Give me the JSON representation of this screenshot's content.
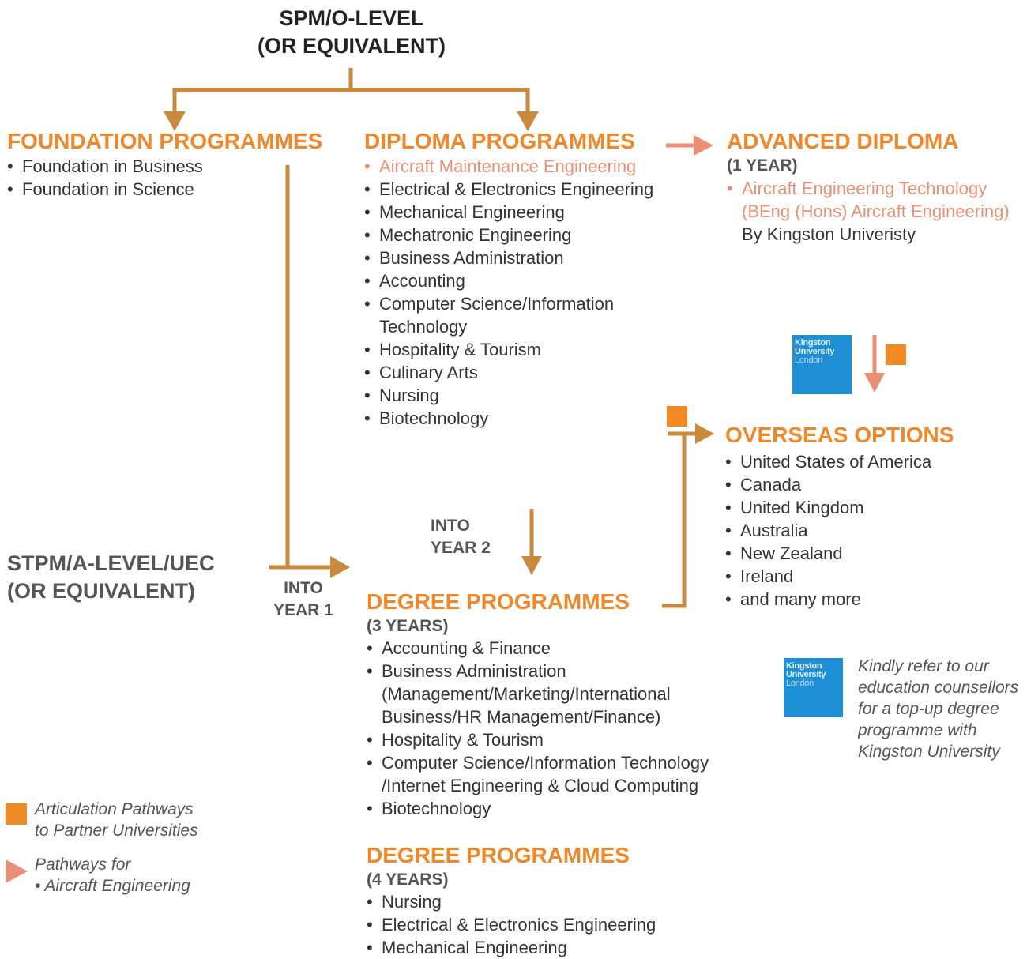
{
  "top": {
    "line1": "SPM/O-LEVEL",
    "line2": "(OR EQUIVALENT)"
  },
  "foundation": {
    "title": "FOUNDATION PROGRAMMES",
    "items": [
      "Foundation in Business",
      "Foundation in Science"
    ]
  },
  "diploma": {
    "title": "DIPLOMA PROGRAMMES",
    "highlight": "Aircraft Maintenance Engineering",
    "items": [
      "Electrical & Electronics Engineering",
      "Mechanical Engineering",
      "Mechatronic Engineering",
      "Business Administration",
      "Accounting"
    ],
    "item_cs": [
      "Computer Science/Information",
      "Technology"
    ],
    "items_after": [
      "Hospitality & Tourism",
      "Culinary Arts",
      "Nursing",
      "Biotechnology"
    ]
  },
  "advanced": {
    "title": "ADVANCED DIPLOMA",
    "sub": "(1 YEAR)",
    "highlight_line1": "Aircraft Engineering Technology",
    "highlight_line2": "(BEng (Hons) Aircraft Engineering)",
    "by": "By Kingston Univeristy"
  },
  "kingston_logo": {
    "line1": "Kingston",
    "line2": "University",
    "line3": "London"
  },
  "overseas": {
    "title": "OVERSEAS OPTIONS",
    "items": [
      "United States of America",
      "Canada",
      "United Kingdom",
      "Australia",
      "New Zealand",
      "Ireland",
      "and many more"
    ]
  },
  "stpm": {
    "line1": "STPM/A-LEVEL/UEC",
    "line2": "(OR EQUIVALENT)"
  },
  "into_year1": {
    "line1": "INTO",
    "line2": "YEAR 1"
  },
  "into_year2": {
    "line1": "INTO",
    "line2": "YEAR 2"
  },
  "degree3": {
    "title": "DEGREE PROGRAMMES",
    "sub": "(3 YEARS)",
    "item1": "Accounting & Finance",
    "item2": [
      "Business Administration",
      "(Management/Marketing/International",
      "Business/HR Management/Finance)"
    ],
    "item3": "Hospitality & Tourism",
    "item4": [
      "Computer Science/Information Technology",
      "/Internet Engineering & Cloud Computing"
    ],
    "item5": "Biotechnology"
  },
  "degree4": {
    "title": "DEGREE PROGRAMMES",
    "sub": "(4 YEARS)",
    "items": [
      "Nursing",
      "Electrical & Electronics Engineering",
      "Mechanical Engineering"
    ]
  },
  "note": {
    "lines": [
      "Kindly refer to our",
      "education counsellors",
      "for a top-up degree",
      "programme with",
      "Kingston University"
    ]
  },
  "legend": {
    "articulation": [
      "Articulation Pathways",
      "to Partner Universities"
    ],
    "aircraft": [
      "Pathways for",
      "• Aircraft Engineering"
    ]
  },
  "colors": {
    "brown": "#c98a3d",
    "orange": "#f08a24",
    "salmon": "#e98f76",
    "kingston_blue": "#1f8fd6"
  }
}
